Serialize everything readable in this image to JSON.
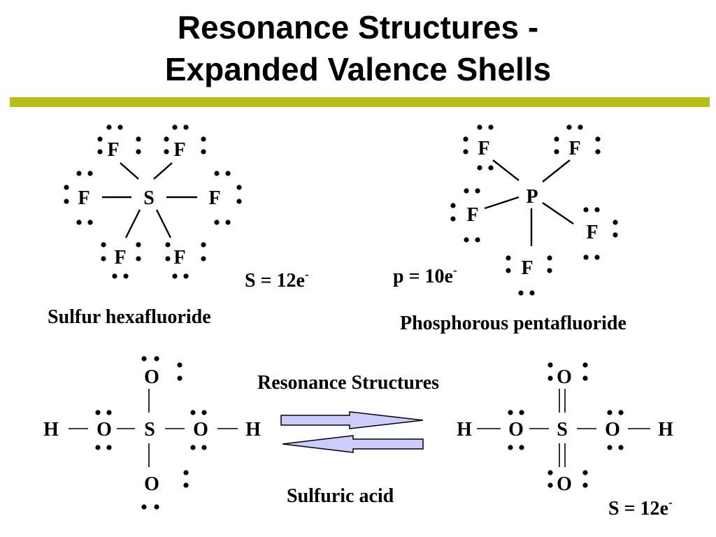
{
  "title": {
    "line1": "Resonance Structures -",
    "line2": "Expanded Valence Shells"
  },
  "colors": {
    "rule": "#b8bf12",
    "arrow_fill": "#ccccff"
  },
  "sf6": {
    "central": "S",
    "ligands": [
      "F",
      "F",
      "F",
      "F",
      "F",
      "F"
    ],
    "electron_count": "S = 12e",
    "charge_sup": "-",
    "caption": "Sulfur hexafluoride"
  },
  "pf5": {
    "central": "P",
    "ligands": [
      "F",
      "F",
      "F",
      "F",
      "F"
    ],
    "electron_count": "p = 10e",
    "charge_sup": "-",
    "caption": "Phosphorous pentafluoride"
  },
  "resonance": {
    "label": "Resonance Structures",
    "caption": "Sulfuric acid",
    "left": {
      "h_left": "H",
      "o_left": "O",
      "s": "S",
      "o_right": "O",
      "h_right": "H",
      "o_top": "O",
      "o_bottom": "O"
    },
    "right": {
      "h_left": "H",
      "o_left": "O",
      "s": "S",
      "o_right": "O",
      "h_right": "H",
      "o_top": "O",
      "o_bottom": "O",
      "electron_count": "S = 12e",
      "charge_sup": "-"
    }
  }
}
